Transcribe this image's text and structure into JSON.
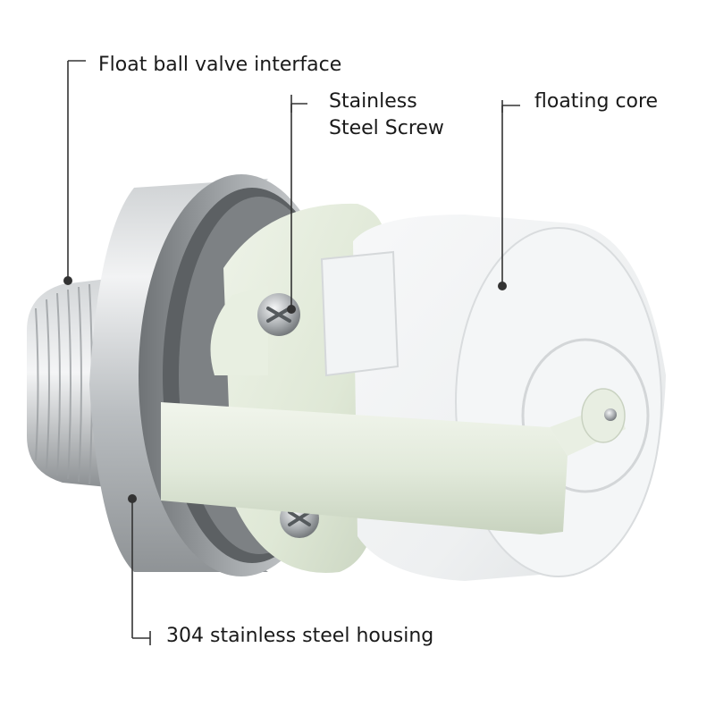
{
  "background_color": "#ffffff",
  "colors": {
    "steel_light": "#e6e8ea",
    "steel_dark": "#8f9396",
    "plastic": "#dfe8d6",
    "core": "#f3f5f6",
    "callout_line": "#333333",
    "label_text": "#1a1a1a"
  },
  "labels": {
    "float_ball_valve_interface": "Float ball valve interface",
    "stainless_steel_screw_line1": "Stainless",
    "stainless_steel_screw_line2": "Steel Screw",
    "floating_core": "floating core",
    "housing": "304 stainless steel housing"
  }
}
